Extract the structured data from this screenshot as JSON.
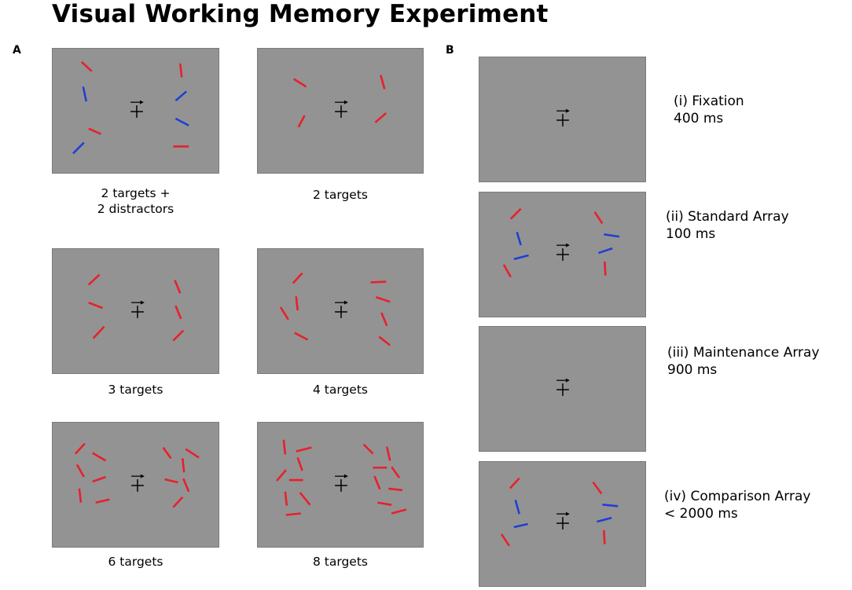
{
  "title": "Visual Working Memory Experiment",
  "panels": {
    "a_label": "A",
    "b_label": "B"
  },
  "colors": {
    "screen": "#939393",
    "target": "#e8202a",
    "distractor": "#1f3fd6",
    "fixation": "#000000"
  },
  "panel_a": [
    {
      "id": "a1",
      "caption": [
        "2 targets +",
        "2 distractors"
      ]
    },
    {
      "id": "a2",
      "caption": [
        "2 targets"
      ]
    },
    {
      "id": "a3",
      "caption": [
        "3 targets"
      ]
    },
    {
      "id": "a4",
      "caption": [
        "4 targets"
      ]
    },
    {
      "id": "a5",
      "caption": [
        "6 targets"
      ]
    },
    {
      "id": "a6",
      "caption": [
        "8 targets"
      ]
    }
  ],
  "panel_b": [
    {
      "id": "b1",
      "name": "(i) Fixation",
      "duration": "400 ms"
    },
    {
      "id": "b2",
      "name": "(ii) Standard Array",
      "duration": "100 ms"
    },
    {
      "id": "b3",
      "name": "(iii) Maintenance Array",
      "duration": "900 ms"
    },
    {
      "id": "b4",
      "name": "(iv) Comparison Array",
      "duration": "< 2000 ms"
    }
  ]
}
